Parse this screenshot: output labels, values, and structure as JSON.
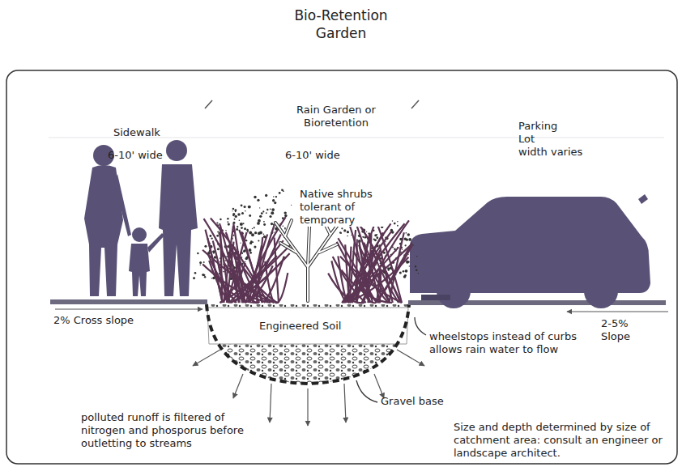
{
  "diagram": {
    "title": "Bio-Retention Garden",
    "labels": [
      "Sidewalk",
      "6-10' wide",
      "Rain Garden or Bioretention",
      "6-10' wide",
      "Parking Lot",
      "width varies",
      "Native shrubs tolerant of temporary",
      "2% Cross slope",
      "Engineered Soil",
      "wheelstops instead of curbs allows rain water to flow",
      "2-5% Slope",
      "Gravel base",
      "polluted runoff is filtered of nitrogen and phosporus before outletting to streams",
      "Size and depth determined by size of catchment area: consult an engineer or landscape architect."
    ]
  }
}
